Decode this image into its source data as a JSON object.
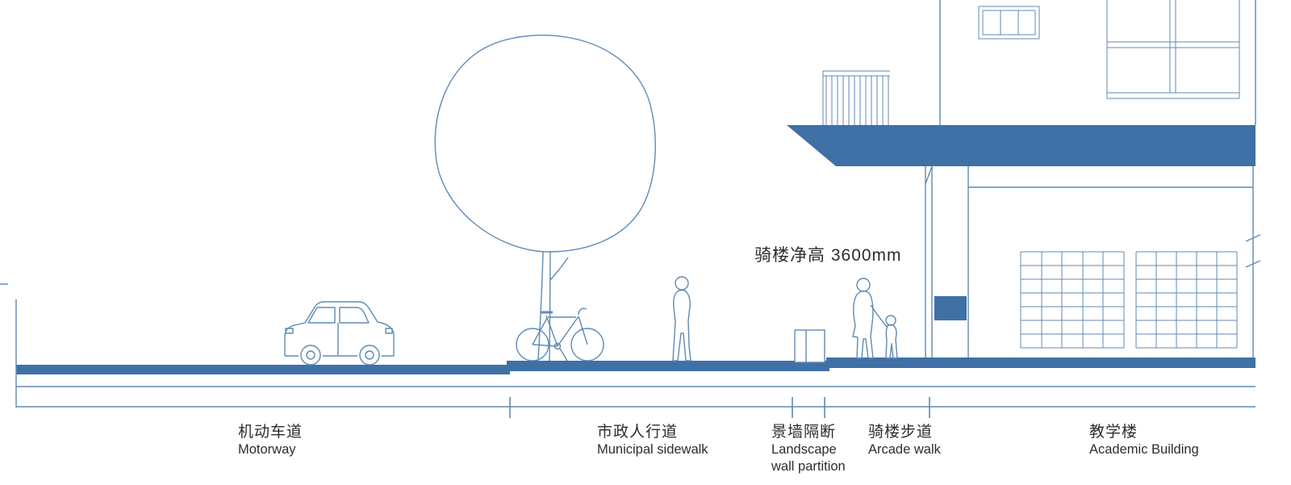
{
  "colors": {
    "line": "#5f8ab3",
    "fill": "#3f70a6",
    "text": "#2d2d2d"
  },
  "annotation": {
    "arcade_clear_height": "骑楼净高 3600mm"
  },
  "zones": [
    {
      "id": "motorway",
      "zh": "机动车道",
      "en": "Motorway"
    },
    {
      "id": "municipal-sidewalk",
      "zh": "市政人行道",
      "en": "Municipal sidewalk"
    },
    {
      "id": "landscape-wall",
      "zh": "景墙隔断",
      "en": "Landscape wall partition"
    },
    {
      "id": "arcade-walk",
      "zh": "骑楼步道",
      "en": "Arcade walk"
    },
    {
      "id": "academic-building",
      "zh": "教学楼",
      "en": "Academic Building"
    }
  ]
}
